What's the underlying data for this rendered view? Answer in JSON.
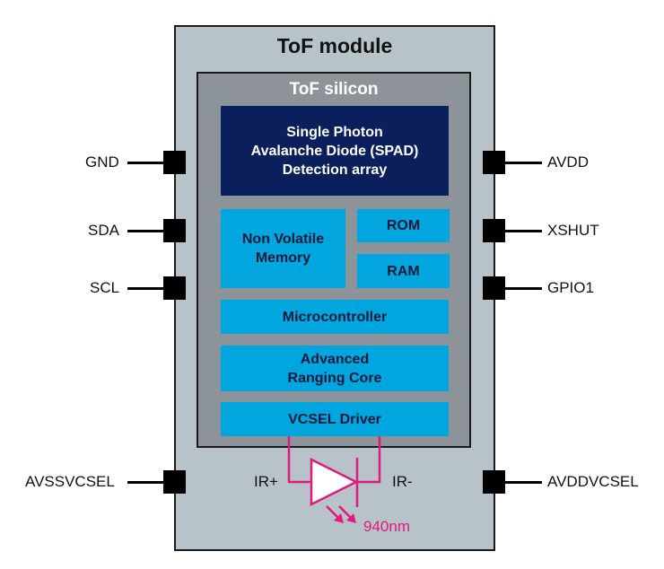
{
  "module": {
    "title": "ToF module"
  },
  "silicon": {
    "title": "ToF silicon"
  },
  "blocks": {
    "spad": "Single Photon\nAvalanche Diode (SPAD)\nDetection array",
    "nvm": "Non Volatile\nMemory",
    "rom": "ROM",
    "ram": "RAM",
    "micro": "Microcontroller",
    "arc": "Advanced\nRanging Core",
    "vcsel": "VCSEL Driver"
  },
  "pins": {
    "left": [
      "GND",
      "SDA",
      "SCL",
      "AVSSVCSEL"
    ],
    "right": [
      "AVDD",
      "XSHUT",
      "GPIO1",
      "AVDDVCSEL"
    ]
  },
  "emitter": {
    "anode_label": "IR+",
    "cathode_label": "IR-",
    "wavelength": "940nm"
  },
  "colors": {
    "module_bg": "#b7c3c9",
    "silicon_bg": "#8c9499",
    "spad_bg": "#0a1f5c",
    "block_bg": "#00a6dd",
    "diode": "#e0197d"
  }
}
